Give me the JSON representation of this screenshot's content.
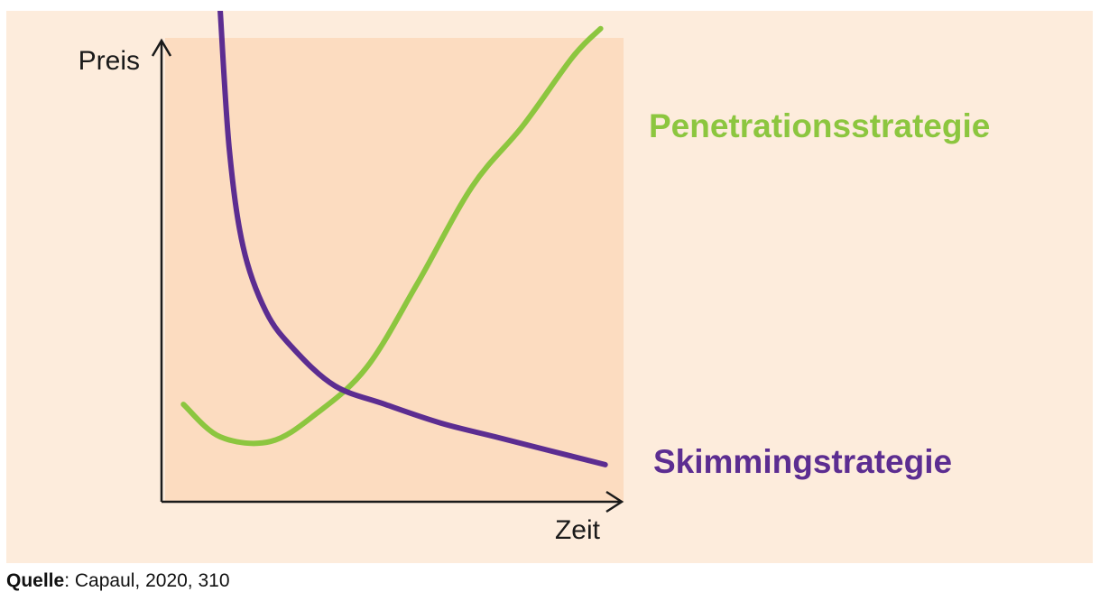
{
  "colors": {
    "background": "#fdecdc",
    "plot_area": "#fcdcc0",
    "axis": "#1a1a1a",
    "skimming": "#5c2d91",
    "penetration": "#8cc63f"
  },
  "source": {
    "label": "Quelle",
    "text": ": Capaul, 2020, 310"
  },
  "chart_data": {
    "type": "line",
    "title": "",
    "xlabel": "Zeit",
    "ylabel": "Preis",
    "xlim": [
      0,
      100
    ],
    "ylim": [
      0,
      100
    ],
    "grid": false,
    "x_ticks": false,
    "y_ticks": false,
    "series": [
      {
        "name": "Penetrationsstrategie",
        "color": "#8cc63f",
        "x": [
          4,
          12,
          23,
          33,
          44,
          55,
          67,
          78,
          89,
          95
        ],
        "y": [
          21,
          14,
          13,
          19,
          29,
          47,
          68,
          81,
          96,
          102
        ]
      },
      {
        "name": "Skimmingstrategie",
        "color": "#5c2d91",
        "x": [
          12,
          14,
          17,
          22,
          28,
          37,
          48,
          60,
          72,
          84,
          96
        ],
        "y": [
          106,
          76,
          55,
          41,
          33,
          25,
          21,
          17,
          14,
          11,
          8
        ]
      }
    ]
  }
}
